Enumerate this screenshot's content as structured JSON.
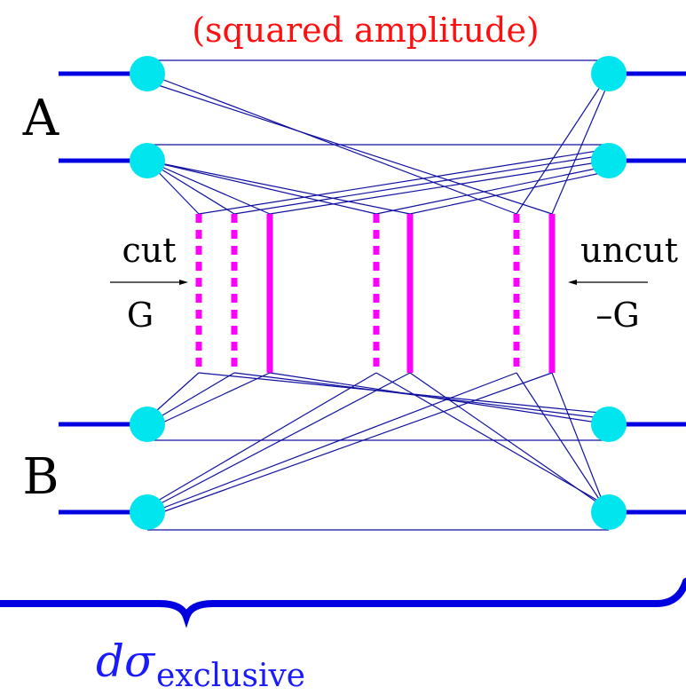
{
  "title": "(squared amplitude)",
  "nucleus_a_label": "A",
  "nucleus_b_label": "B",
  "left_arrow": {
    "top_text": "cut",
    "bottom_text": "G"
  },
  "right_arrow": {
    "top_text": "uncut",
    "bottom_text": "–G"
  },
  "bottom_label": {
    "symbol": "dσ",
    "subscript": "exclusive"
  },
  "colors": {
    "title": "#ff1010",
    "nucleon_line": "#0000e0",
    "node": "#00e5ee",
    "pomeron": "#ff00ff",
    "brace": "#0000e0"
  }
}
